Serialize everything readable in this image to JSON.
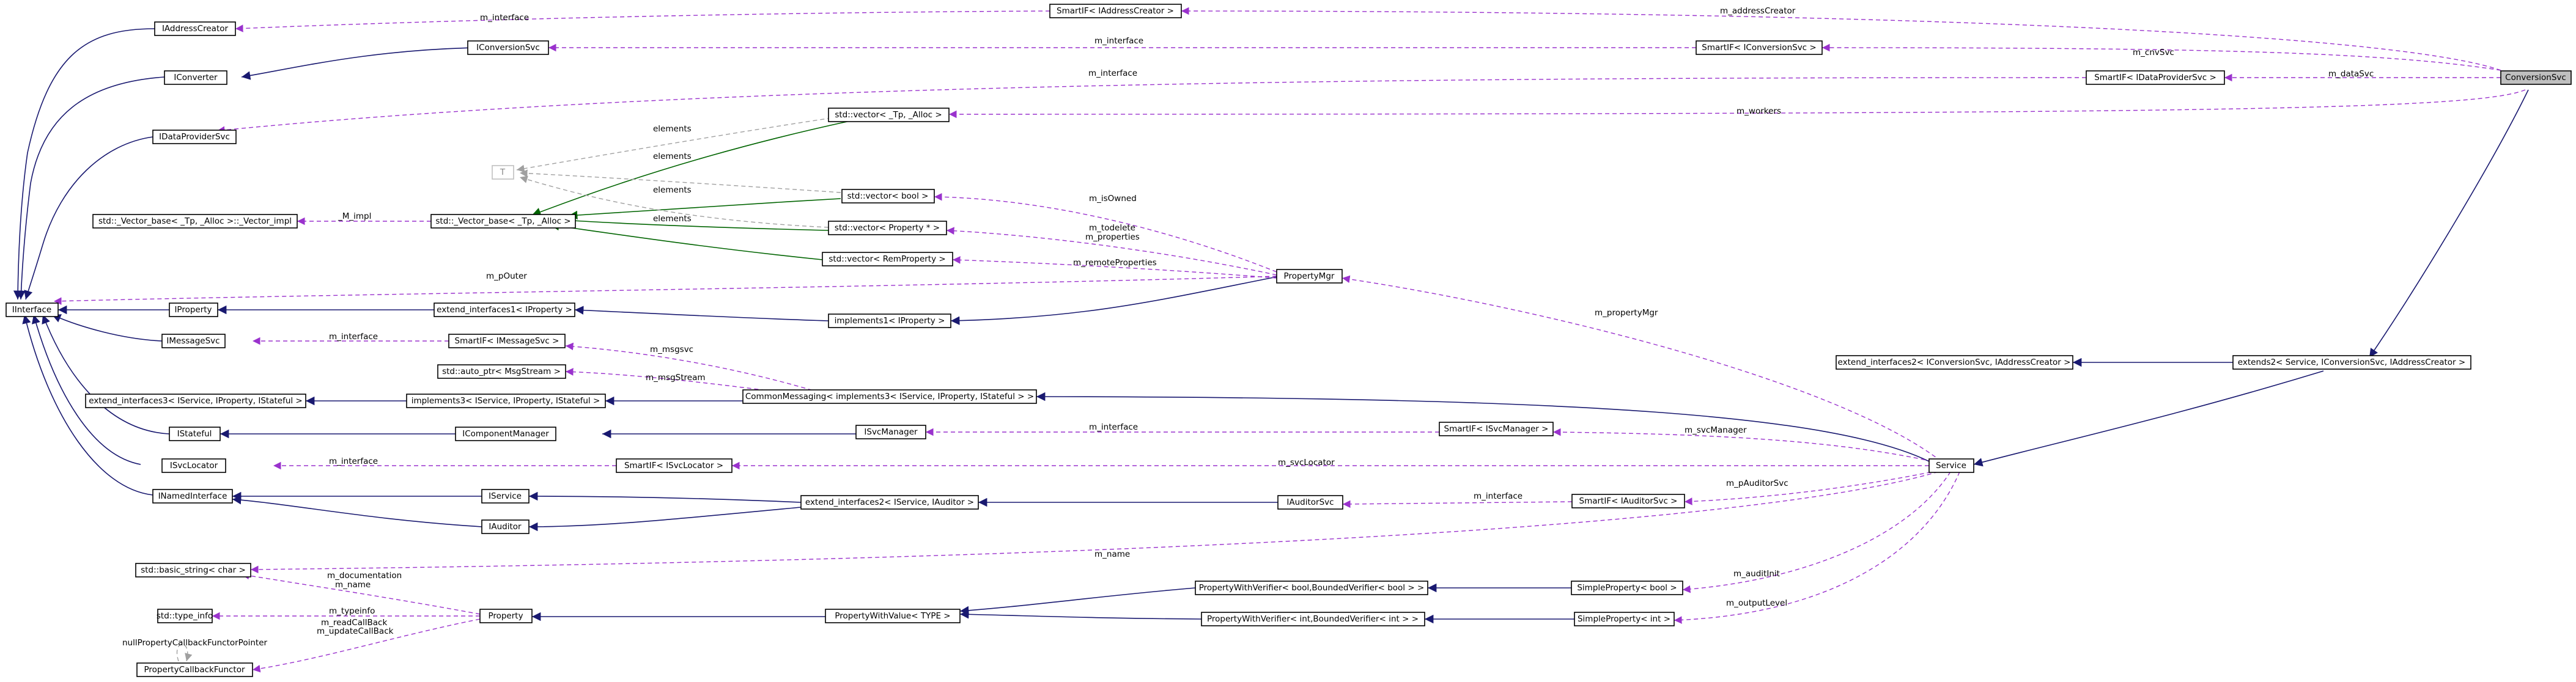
{
  "colors": {
    "inheritance": "#191970",
    "template_instance": "#006400",
    "usage": "#9a32cd",
    "highlight_fill": "#bfbfbf"
  },
  "nodes": {
    "iaddresscreator": "IAddressCreator",
    "smartif_iaddresscreator": "SmartIF< IAddressCreator >",
    "iconversionsvc": "IConversionSvc",
    "smartif_iconversionsvc": "SmartIF< IConversionSvc >",
    "iconverter": "IConverter",
    "smartif_idataprovidersvc": "SmartIF< IDataProviderSvc >",
    "conversionsvc": "ConversionSvc",
    "idataprovidersvc": "IDataProviderSvc",
    "vector_tp_alloc": "std::vector< _Tp, _Alloc >",
    "t": "T",
    "vector_bool": "std::vector< bool >",
    "vector_base_impl": "std::_Vector_base< _Tp, _Alloc >::_Vector_impl",
    "vector_base": "std::_Vector_base< _Tp, _Alloc >",
    "vector_property": "std::vector< Property * >",
    "vector_remproperty": "std::vector< RemProperty >",
    "propertymgr": "PropertyMgr",
    "iinterface": "IInterface",
    "iproperty": "IProperty",
    "extend_interfaces1_iproperty": "extend_interfaces1< IProperty >",
    "implements1_iproperty": "implements1< IProperty >",
    "imessagesvc": "IMessageSvc",
    "smartif_imessagesvc": "SmartIF< IMessageSvc >",
    "extend_interfaces2_conv": "extend_interfaces2< IConversionSvc, IAddressCreator >",
    "extends2_service": "extends2< Service, IConversionSvc, IAddressCreator >",
    "auto_ptr_msgstream": "std::auto_ptr< MsgStream >",
    "extend_interfaces3": "extend_interfaces3< IService, IProperty, IStateful >",
    "implements3": "implements3< IService, IProperty, IStateful >",
    "commonmessaging": "CommonMessaging< implements3< IService, IProperty, IStateful > >",
    "istateful": "IStateful",
    "icomponentmanager": "IComponentManager",
    "isvcmanager": "ISvcManager",
    "smartif_isvcmanager": "SmartIF< ISvcManager >",
    "isvclocator": "ISvcLocator",
    "smartif_isvclocator": "SmartIF< ISvcLocator >",
    "service": "Service",
    "inamedinterface": "INamedInterface",
    "iservice": "IService",
    "extend_interfaces2_svc_auditor": "extend_interfaces2< IService, IAuditor >",
    "iauditorsvc": "IAuditorSvc",
    "smartif_iauditorsvc": "SmartIF< IAuditorSvc >",
    "iauditor": "IAuditor",
    "basic_string_char": "std::basic_string< char >",
    "propertywithverifier_bool": "PropertyWithVerifier< bool,BoundedVerifier< bool > >",
    "simpleproperty_bool": "SimpleProperty< bool >",
    "type_info": "std::type_info",
    "property": "Property",
    "propertywithvalue": "PropertyWithValue< TYPE >",
    "propertywithverifier_int": "PropertyWithVerifier< int,BoundedVerifier< int > >",
    "simpleproperty_int": "SimpleProperty< int >",
    "propertycallbackfunctor": "PropertyCallbackFunctor"
  },
  "edge_labels": {
    "m_addresscreator": "m_addressCreator",
    "m_interface_addr": "m_interface",
    "m_cnvsvc": "m_cnvSvc",
    "m_interface_conv": "m_interface",
    "m_interface_dp": "m_interface",
    "m_datasvc": "m_dataSvc",
    "m_workers": "m_workers",
    "elements_1": "elements",
    "elements_2": "elements",
    "elements_3": "elements",
    "m_impl": "_M_impl",
    "m_isowned": "m_isOwned",
    "m_todelete": "m_todelete",
    "m_properties": "m_properties",
    "m_remoteproperties": "m_remoteProperties",
    "m_pouter": "m_pOuter",
    "m_propertymgr": "m_propertyMgr",
    "m_interface_msg": "m_interface",
    "m_msgsvc": "m_msgsvc",
    "m_msgstream": "m_msgStream",
    "m_interface_svcmgr": "m_interface",
    "m_svcmanager": "m_svcManager",
    "m_interface_loc": "m_interface",
    "m_svclocator": "m_svcLocator",
    "m_interface_aud": "m_interface",
    "m_pauditorsvc": "m_pAuditorSvc",
    "m_name": "m_name",
    "m_documentation": "m_documentation",
    "m_name2": "m_name",
    "m_auditinit": "m_auditInit",
    "m_typeinfo": "m_typeinfo",
    "m_readcallback": "m_readCallBack",
    "m_updatecallback": "m_updateCallBack",
    "m_outputlevel": "m_outputLevel",
    "nullpropertycallbackfunctorpointer": "nullPropertyCallbackFunctorPointer"
  }
}
